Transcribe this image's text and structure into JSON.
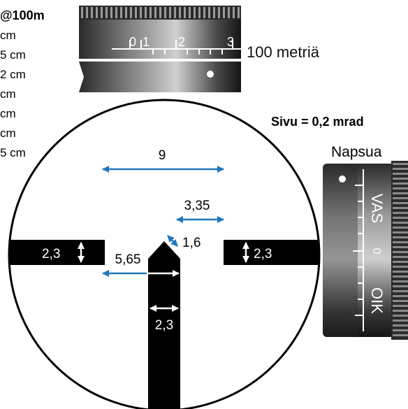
{
  "legend": {
    "heading": "@100m",
    "rows": [
      "cm",
      "5 cm",
      "2 cm",
      "cm",
      "cm",
      "cm",
      "5 cm"
    ]
  },
  "elevation_turret": {
    "ticks": [
      "0",
      "1",
      "2",
      "3"
    ],
    "distance_label": "100 metriä"
  },
  "windage_turret": {
    "click_value": "Sivu = 0,2 mrad",
    "click_word": "Napsua",
    "right_label": "VAS",
    "zero_label": "0",
    "left_label": "OIK"
  },
  "reticle": {
    "dim_9": "9",
    "dim_335": "3,35",
    "dim_16": "1,6",
    "dim_565": "5,65",
    "dim_left_bar": "2,3",
    "dim_right_bar": "2,3",
    "dim_post": "2,3"
  },
  "colors": {
    "dimension_arrow": "#1f78b8",
    "reticle": "#000000",
    "turret_dark": "#1c1c1c"
  }
}
